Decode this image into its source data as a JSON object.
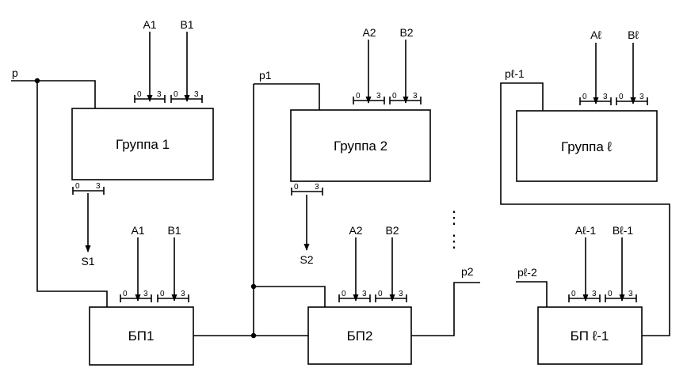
{
  "blocks": {
    "group1": "Группа 1",
    "group2": "Группа 2",
    "groupL": "Группа ℓ",
    "bp1": "БП1",
    "bp2": "БП2",
    "bpL1": "БП ℓ-1"
  },
  "signals": {
    "p": "p",
    "p1": "p1",
    "p2": "p2",
    "pL1": "pℓ-1",
    "pL2": "pℓ-2",
    "A1": "A1",
    "B1": "B1",
    "A2": "A2",
    "B2": "B2",
    "AL": "Aℓ",
    "BL": "Bℓ",
    "AL1": "Aℓ-1",
    "BL1": "Bℓ-1",
    "S1": "S1",
    "S2": "S2"
  },
  "bus": {
    "lsb": "0",
    "msb": "3"
  },
  "ellipsis": "⋮"
}
